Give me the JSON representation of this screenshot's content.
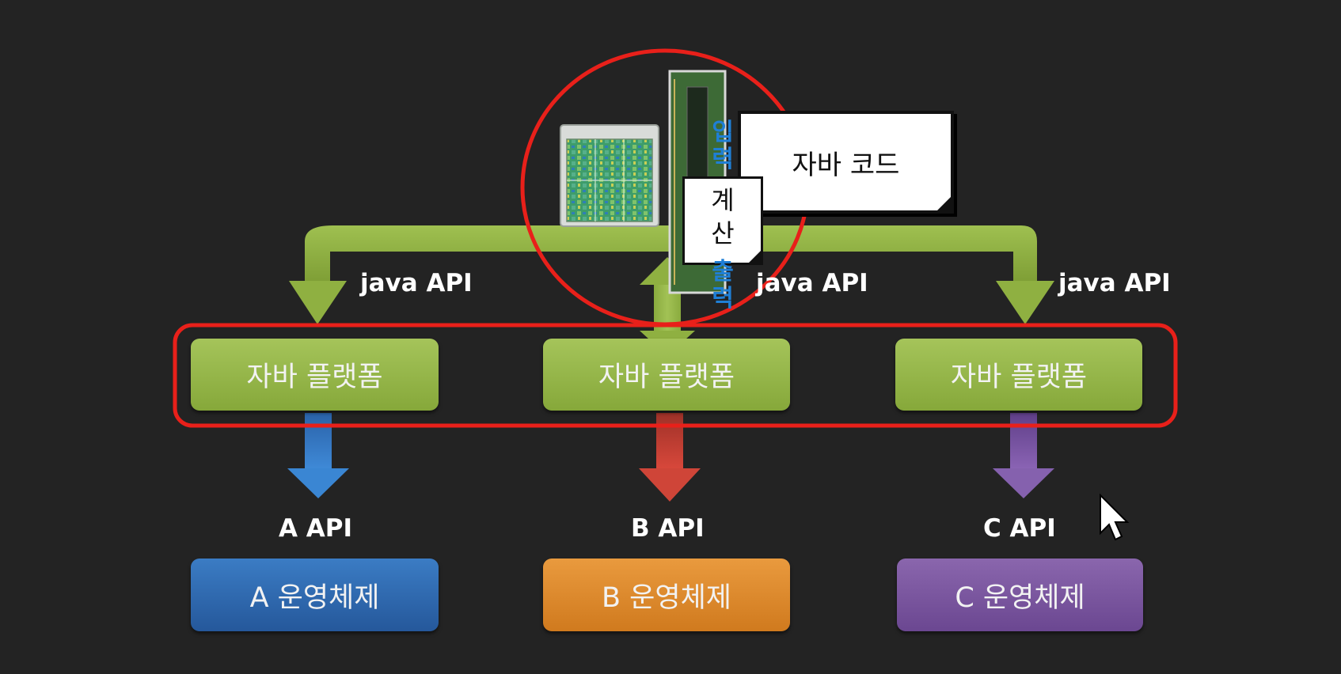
{
  "colors": {
    "background": "#232323",
    "arrow_green": "#93b347",
    "arrow_blue": "#2f74c0",
    "arrow_red": "#c0443a",
    "arrow_purple": "#7a55a3",
    "highlight_red": "#e8201a",
    "note_text_blue": "#1f7fd6"
  },
  "hardware": {
    "cpu_icon": "cpu-chip-icon",
    "ram_icon": "ram-module-icon"
  },
  "notes": {
    "input": "입력",
    "calc": "계산",
    "output": "출력",
    "java_code": "자바 코드"
  },
  "api_labels": {
    "left": "java API",
    "center": "java API",
    "right": "java API"
  },
  "platforms": [
    {
      "label": "자바 플랫폼"
    },
    {
      "label": "자바 플랫폼"
    },
    {
      "label": "자바 플랫폼"
    }
  ],
  "os_apis": [
    {
      "api": "A API",
      "os": "A 운영체제"
    },
    {
      "api": "B API",
      "os": "B 운영체제"
    },
    {
      "api": "C API",
      "os": "C 운영체제"
    }
  ]
}
